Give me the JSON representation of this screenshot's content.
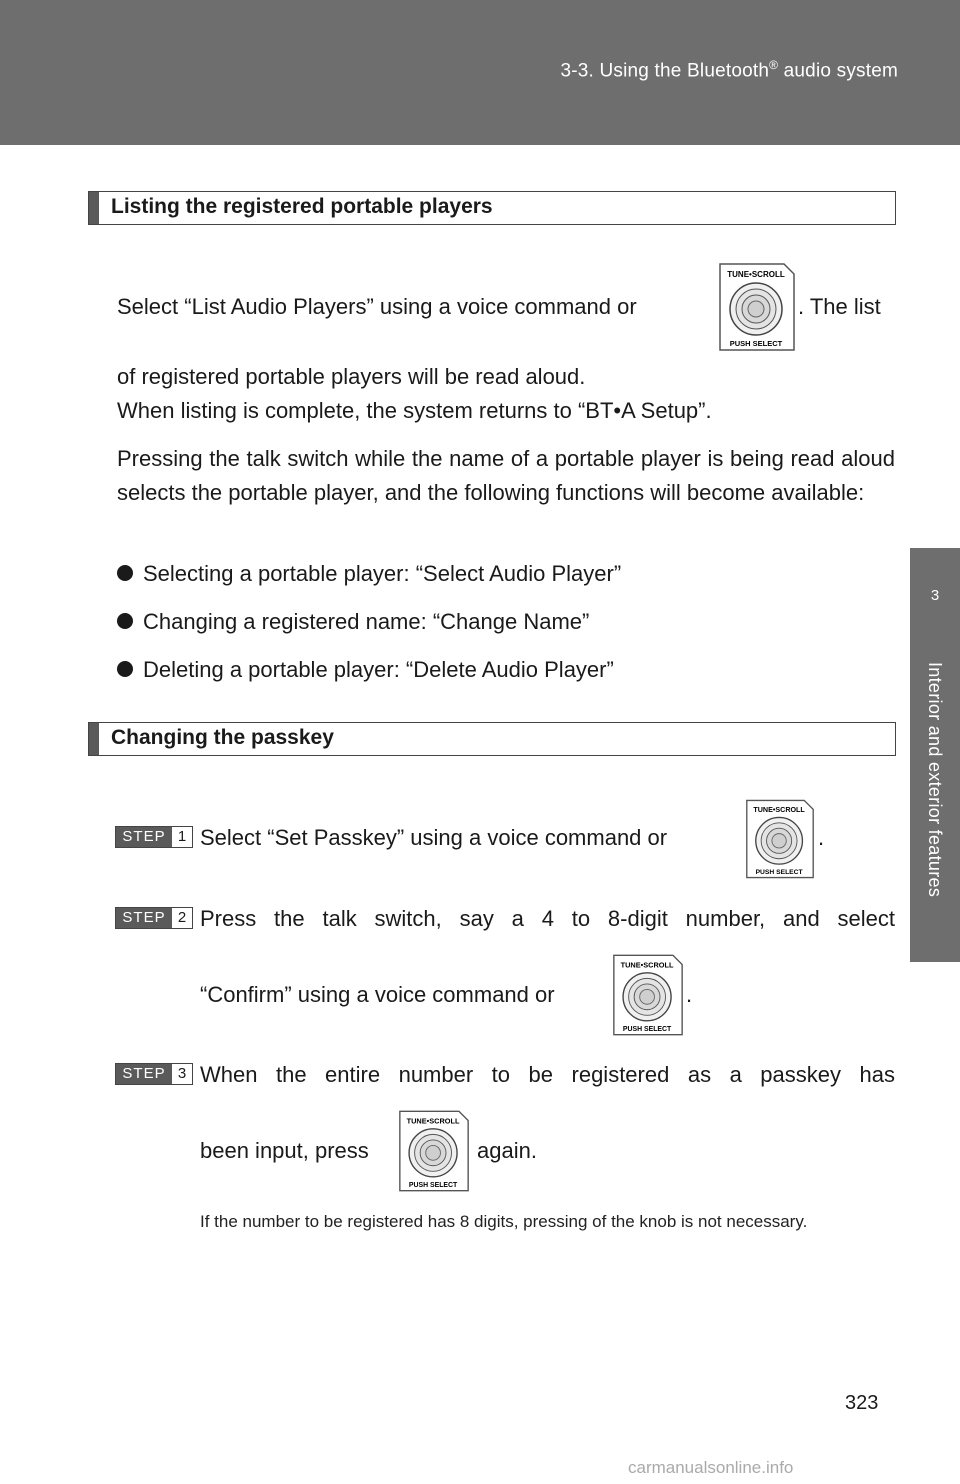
{
  "header": {
    "title": "3-3. Using the Bluetooth",
    "reg": "®",
    "title_tail": " audio system"
  },
  "side_tab": {
    "number": "3",
    "label": "Interior and exterior features"
  },
  "knob": {
    "top_text": "TUNE•SCROLL",
    "bottom_text": "PUSH SELECT"
  },
  "section1": {
    "heading": "Listing the registered portable players",
    "line1_pre": "Select “List Audio Players” using a voice command or",
    "line1_post": ". The list",
    "line2": "of registered portable players will be read aloud.",
    "line3": "When listing is complete, the system returns to “BT•A Setup”.",
    "para": "Pressing the talk switch while the name of a portable player is being read aloud selects the portable player, and the following functions will become available:",
    "bullets": [
      "Selecting a portable player: “Select Audio Player”",
      "Changing a registered name: “Change Name”",
      "Deleting a portable player: “Delete Audio Player”"
    ]
  },
  "section2": {
    "heading": "Changing the passkey",
    "steps": [
      {
        "label": "STEP",
        "num": "1",
        "text_pre": "Select “Set Passkey” using a voice command or",
        "text_post": "."
      },
      {
        "label": "STEP",
        "num": "2",
        "text_line1": "Press the talk switch, say a 4 to 8-digit number, and select",
        "text_pre": "“Confirm” using a voice command or",
        "text_post": "."
      },
      {
        "label": "STEP",
        "num": "3",
        "text_line1": "When the entire number to be registered as a passkey has",
        "text_pre": "been input, press",
        "text_post": "again."
      }
    ],
    "note": "If the number to be registered has 8 digits, pressing of the knob is not necessary."
  },
  "page_number": "323",
  "watermark": "carmanualsonline.info"
}
